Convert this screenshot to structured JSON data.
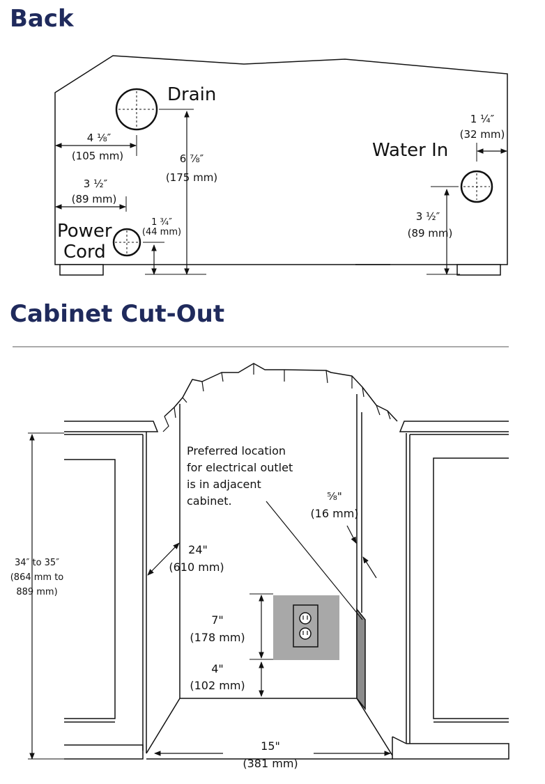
{
  "headings": {
    "back": "Back",
    "cutout": "Cabinet Cut-Out"
  },
  "back": {
    "drain": "Drain",
    "water_in": "Water In",
    "power_cord_line1": "Power",
    "power_cord_line2": "Cord",
    "dim_drain_side_in": "4 ⅛″",
    "dim_drain_side_mm": "(105 mm)",
    "dim_drain_height_in": "6 ⅞″",
    "dim_drain_height_mm": "(175 mm)",
    "dim_power_side_in": "3 ½″",
    "dim_power_side_mm": "(89 mm)",
    "dim_power_height_in": "1 ¾″",
    "dim_power_height_mm": "(44 mm)",
    "dim_water_side_in": "1 ¼″",
    "dim_water_side_mm": "(32 mm)",
    "dim_water_height_in": "3 ½″",
    "dim_water_height_mm": "(89 mm)"
  },
  "cutout": {
    "note_line1": "Preferred location",
    "note_line2": "for electrical outlet",
    "note_line3": "is in adjacent",
    "note_line4": "cabinet.",
    "dim_depth_in": "24\"",
    "dim_depth_mm": "(610 mm)",
    "dim_height_line1": "34″ to 35″",
    "dim_height_line2": "(864  mm to",
    "dim_height_line3": "889 mm)",
    "dim_outlet_in": "7\"",
    "dim_outlet_mm": "(178 mm)",
    "dim_floor_in": "4\"",
    "dim_floor_mm": "(102 mm)",
    "dim_face_in": "⁵⁄₈\"",
    "dim_face_mm": "(16 mm)",
    "dim_width_in": "15\"",
    "dim_width_mm": "(381 mm)"
  },
  "colors": {
    "heading": "#1f2a5c",
    "outlet_plate": "#a8a8a8",
    "side_panel": "#8c8c8c"
  }
}
